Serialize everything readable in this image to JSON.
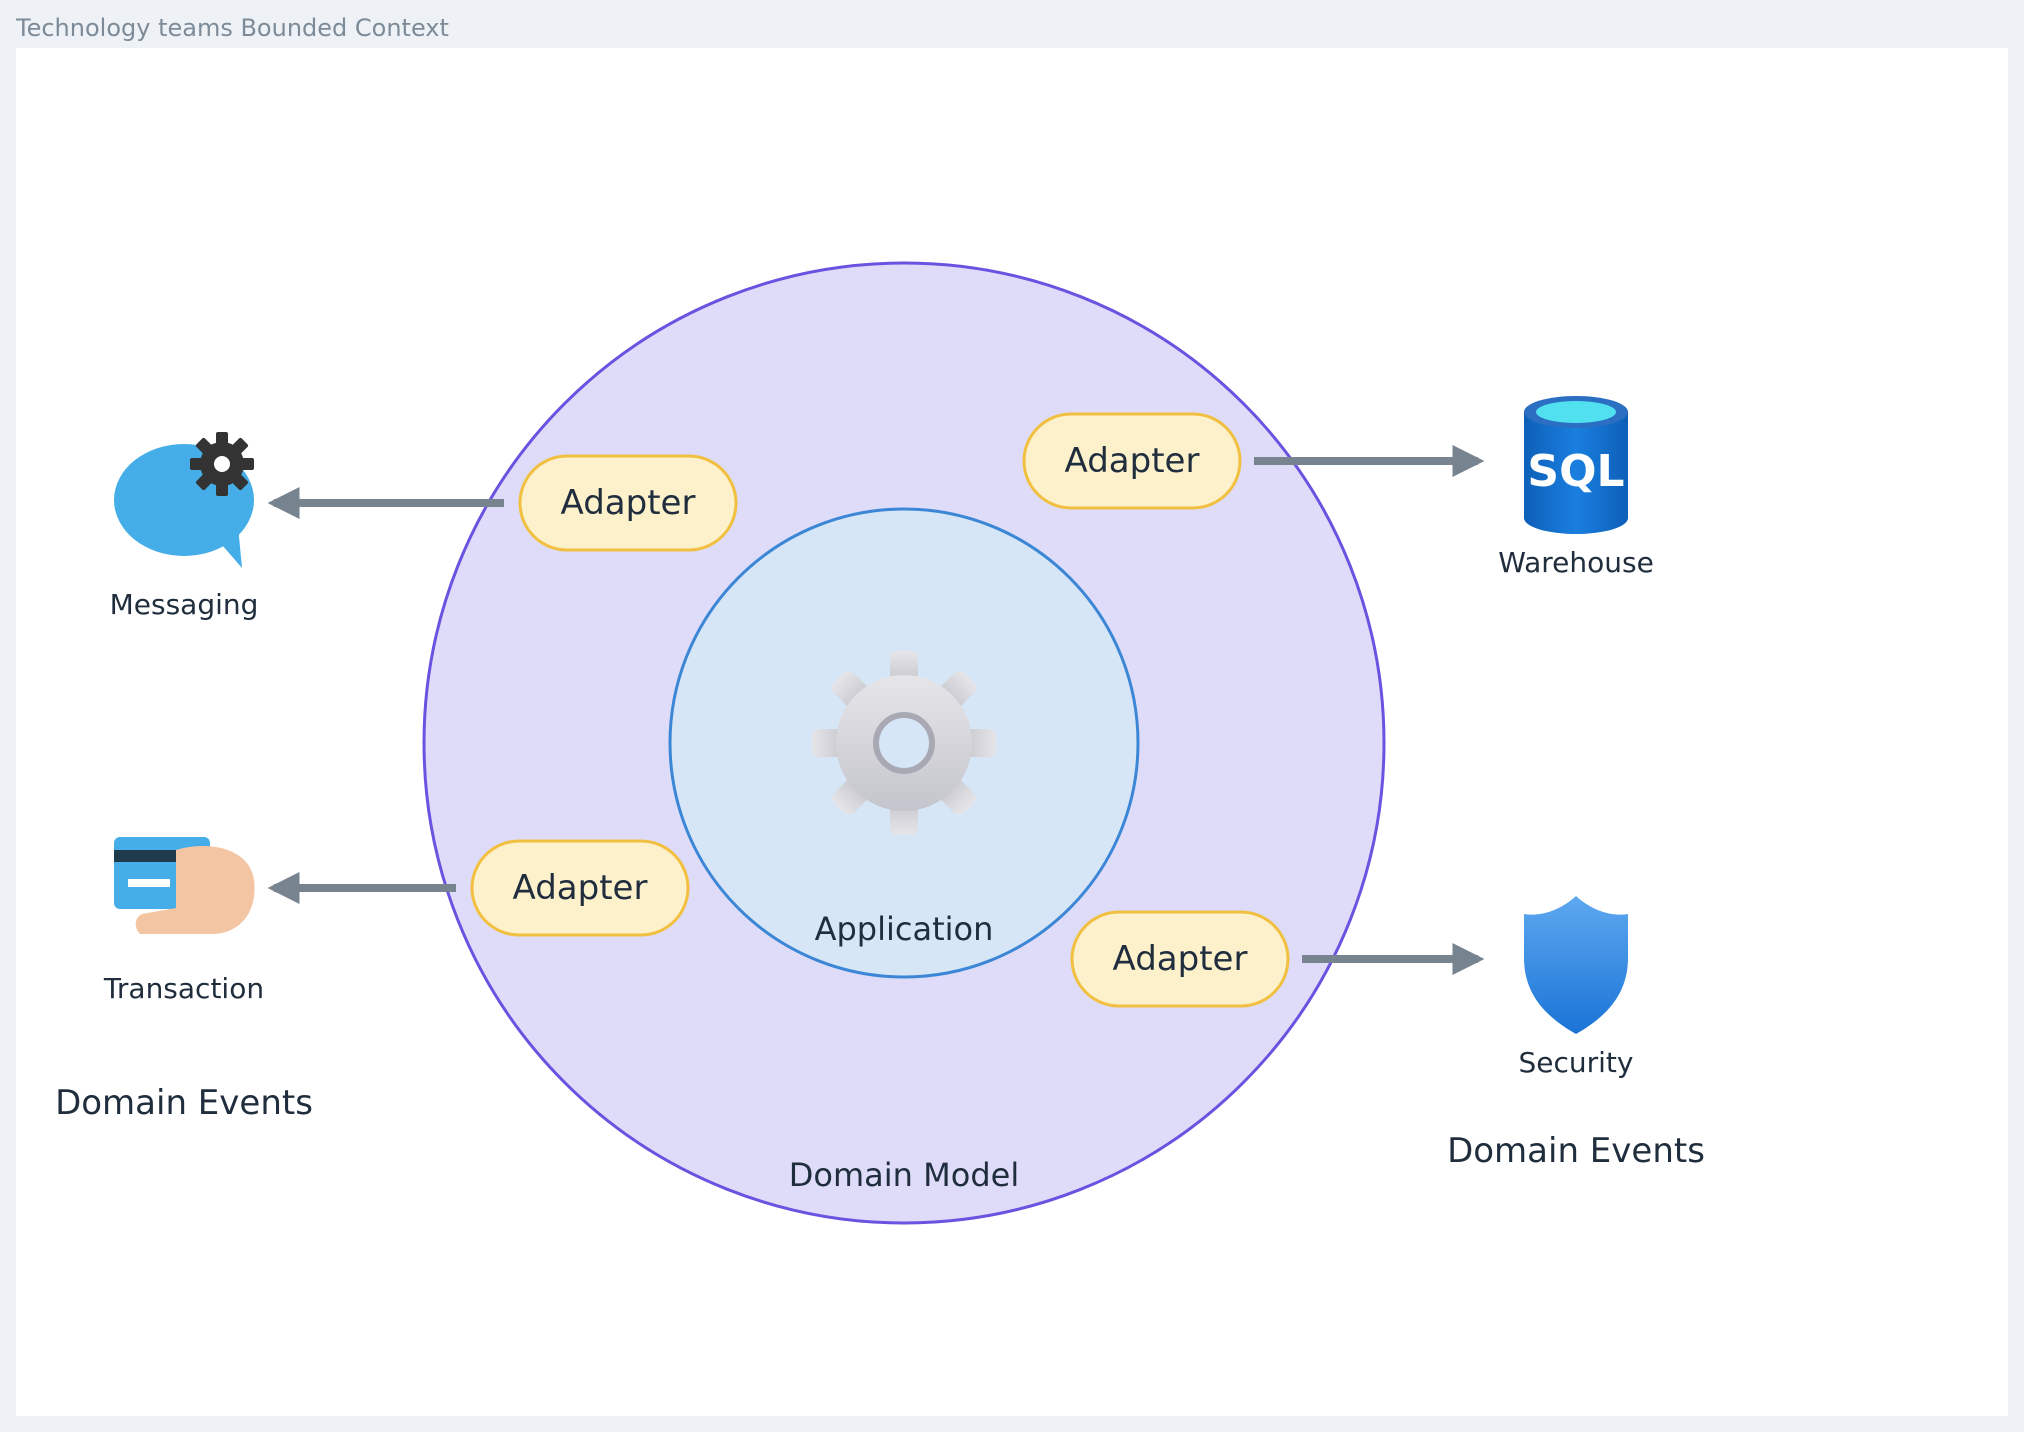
{
  "frame": {
    "title": "Technology teams Bounded Context"
  },
  "diagram": {
    "outer_ring_label": "Domain Model",
    "inner_circle_label": "Application",
    "adapters": [
      {
        "label": "Adapter"
      },
      {
        "label": "Adapter"
      },
      {
        "label": "Adapter"
      },
      {
        "label": "Adapter"
      }
    ],
    "systems": {
      "messaging": {
        "label": "Messaging",
        "icon": "chat-gear-icon"
      },
      "transaction": {
        "label": "Transaction",
        "icon": "card-in-hand-icon"
      },
      "warehouse": {
        "label": "Warehouse",
        "icon": "sql-database-icon",
        "icon_text": "SQL"
      },
      "security": {
        "label": "Security",
        "icon": "shield-icon"
      }
    },
    "left_group_label": "Domain Events",
    "right_group_label": "Domain Events"
  },
  "colors": {
    "outer_fill": "#dfdcfa",
    "outer_stroke": "#6b52e0",
    "inner_fill": "#d6e6f6",
    "inner_stroke": "#3c86d6",
    "adapter_fill": "#fdf1cc",
    "adapter_stroke": "#f2c040",
    "arrow": "#77838f"
  }
}
